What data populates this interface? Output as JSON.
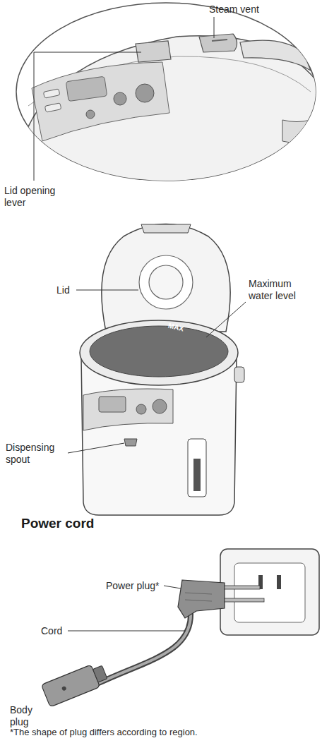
{
  "diagram": {
    "labels": [
      "Steam vent",
      "Lid opening lever",
      "Lid",
      "Maximum water level",
      "MAX",
      "Dispensing spout",
      "Power cord",
      "Power plug*",
      "Cord",
      "Body plug",
      "*The shape of plug differs according to region."
    ]
  }
}
